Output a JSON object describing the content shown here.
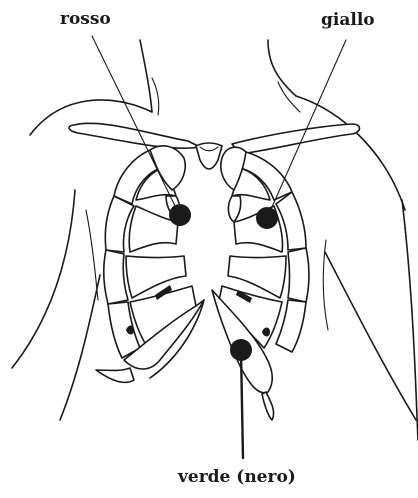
{
  "labels": {
    "red": "rosso",
    "yellow": "giallo",
    "green": "verde (nero)"
  },
  "colors": {
    "ink": "#1a1a1a",
    "background": "#ffffff"
  }
}
